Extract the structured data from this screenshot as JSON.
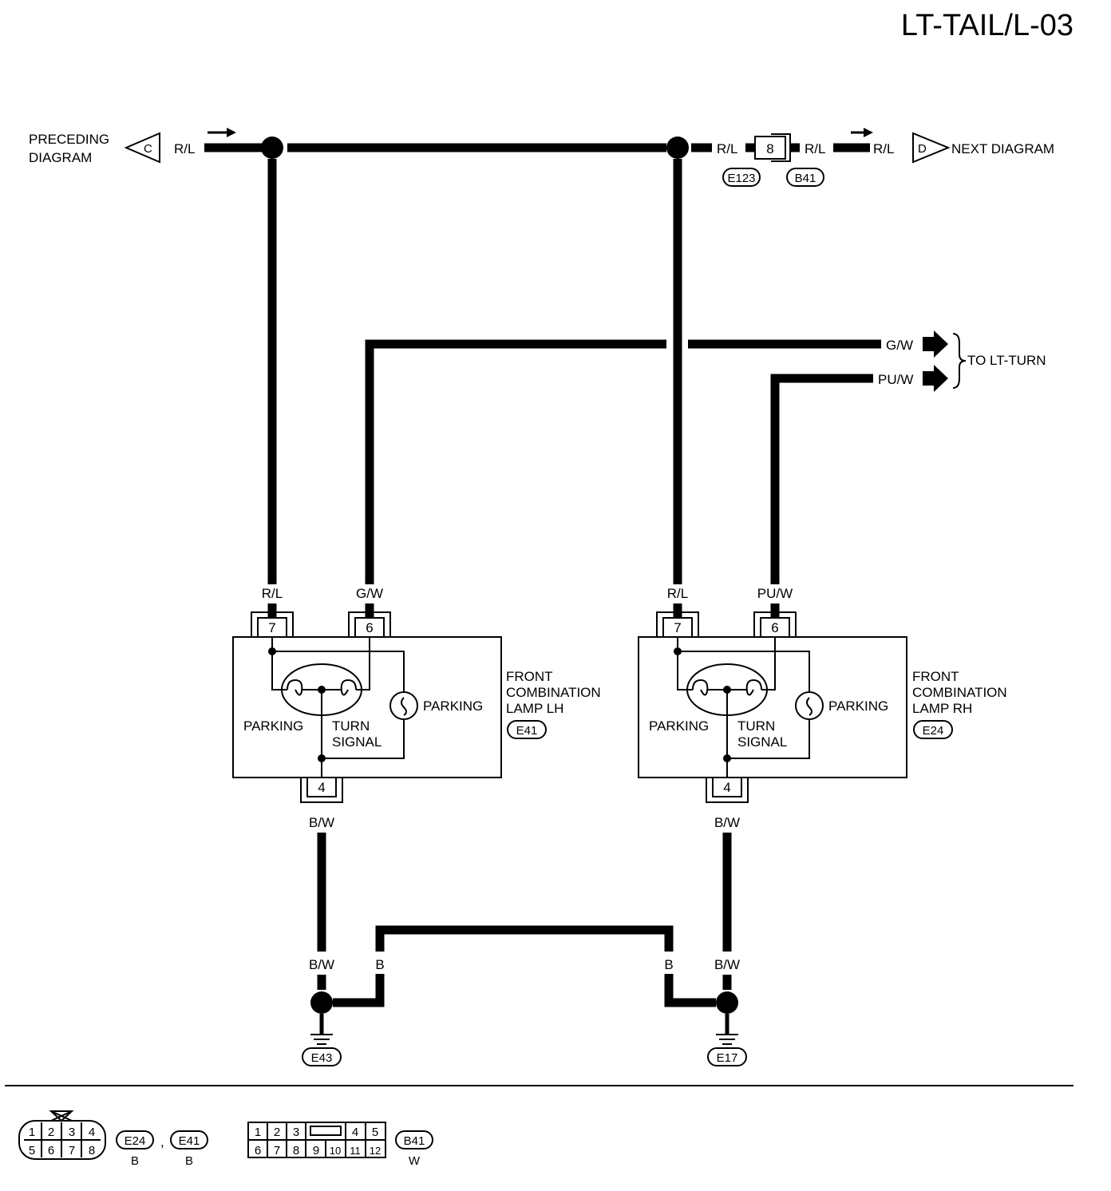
{
  "title": "LT-TAIL/L-03",
  "preceding": {
    "line1": "PRECEDING",
    "line2": "DIAGRAM",
    "letter": "C"
  },
  "next": {
    "label": "NEXT DIAGRAM",
    "letter": "D"
  },
  "wires": {
    "rl": "R/L",
    "gw": "G/W",
    "puw": "PU/W",
    "bw": "B/W",
    "b": "B"
  },
  "junction": {
    "pin": "8",
    "left_conn": "E123",
    "right_conn": "B41"
  },
  "to_lt_turn": "TO LT-TURN",
  "lamps": [
    {
      "line1": "FRONT",
      "line2": "COMBINATION",
      "line3": "LAMP LH",
      "connector": "E41",
      "pin_rl": "7",
      "pin_sig": "6",
      "pin_gnd": "4",
      "sig_wire": "G/W",
      "parking_left": "PARKING",
      "turn1": "TURN",
      "turn2": "SIGNAL",
      "parking_right": "PARKING"
    },
    {
      "line1": "FRONT",
      "line2": "COMBINATION",
      "line3": "LAMP RH",
      "connector": "E24",
      "pin_rl": "7",
      "pin_sig": "6",
      "pin_gnd": "4",
      "sig_wire": "PU/W",
      "parking_left": "PARKING",
      "turn1": "TURN",
      "turn2": "SIGNAL",
      "parking_right": "PARKING"
    }
  ],
  "grounds": [
    {
      "id": "E43"
    },
    {
      "id": "E17"
    }
  ],
  "legend": {
    "conn8": {
      "pins_top": [
        "1",
        "2",
        "3",
        "4"
      ],
      "pins_bottom": [
        "5",
        "6",
        "7",
        "8"
      ]
    },
    "conn8_ids": [
      {
        "id": "E24",
        "color": "B"
      },
      {
        "id": "E41",
        "color": "B"
      }
    ],
    "separator": ",",
    "conn12": {
      "pins_top": [
        "1",
        "2",
        "3",
        "4",
        "5"
      ],
      "pins_bottom": [
        "6",
        "7",
        "8",
        "9",
        "10",
        "11",
        "12"
      ]
    },
    "conn12_id": {
      "id": "B41",
      "color": "W"
    }
  }
}
